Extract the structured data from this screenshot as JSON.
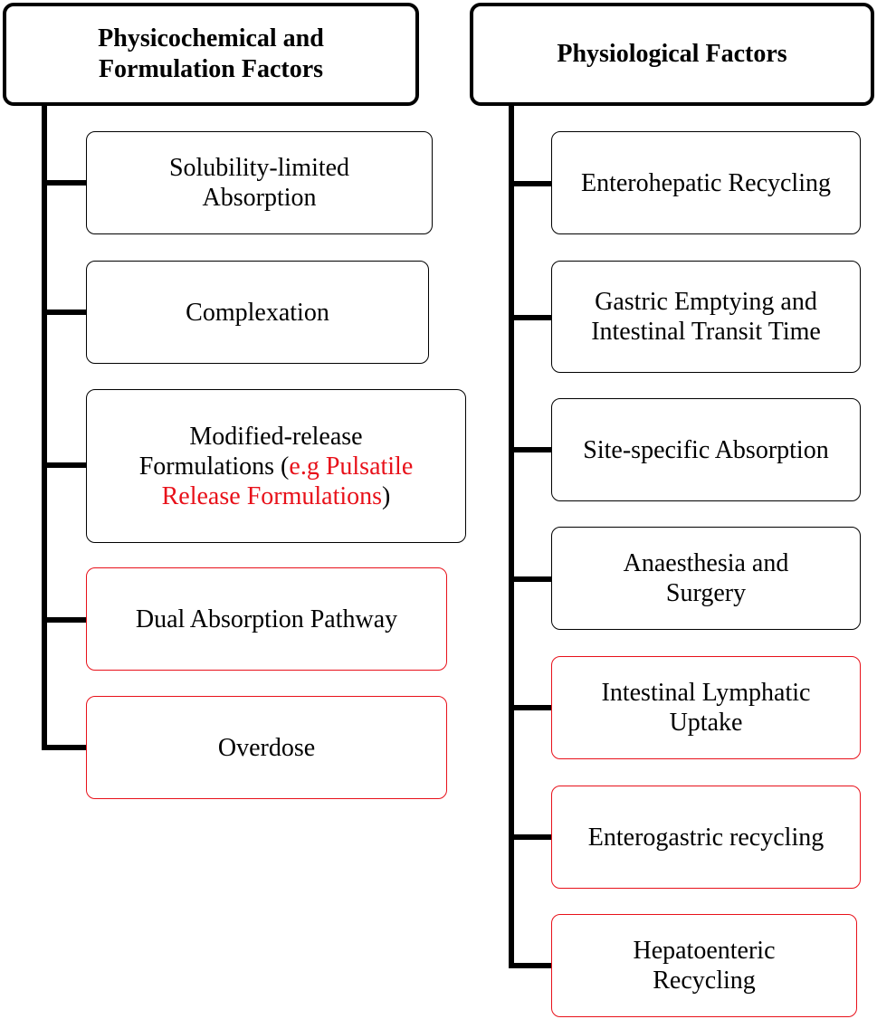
{
  "left": {
    "header": {
      "line1": "Physicochemical and",
      "line2": "Formulation Factors"
    },
    "items": [
      {
        "line1": "Solubility-limited",
        "line2": "Absorption"
      },
      {
        "line1": "Complexation"
      },
      {
        "line1": "Modified-release",
        "line2_pre": "Formulations (",
        "line2_red": "e.g Pulsatile",
        "line3_red": "Release Formulations",
        "line3_post": ")"
      },
      {
        "line1": "Dual Absorption Pathway"
      },
      {
        "line1": "Overdose"
      }
    ]
  },
  "right": {
    "header": {
      "line1": "Physiological Factors"
    },
    "items": [
      {
        "line1": "Enterohepatic Recycling"
      },
      {
        "line1": "Gastric Emptying and",
        "line2": "Intestinal Transit Time"
      },
      {
        "line1": "Site-specific Absorption"
      },
      {
        "line1": "Anaesthesia and",
        "line2": "Surgery"
      },
      {
        "line1": "Intestinal Lymphatic",
        "line2": "Uptake"
      },
      {
        "line1": "Enterogastric recycling"
      },
      {
        "line1": "Hepatoenteric",
        "line2": "Recycling"
      }
    ]
  },
  "colors": {
    "border": "#000000",
    "highlight_border": "#e8111a",
    "highlight_text": "#e8111a"
  }
}
